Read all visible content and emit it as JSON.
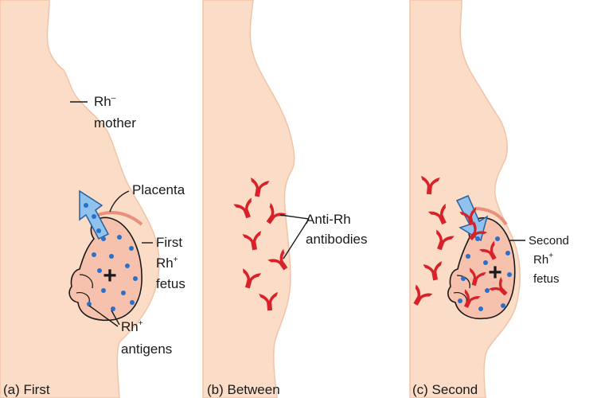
{
  "colors": {
    "body_fill": "#fbdcc7",
    "body_stroke": "#f1c3a6",
    "fetus_fill": "#f6c2ae",
    "fetus_stroke": "#1a1a1a",
    "antigen_dot": "#2a6fc9",
    "antibody": "#d8222a",
    "arrow_fill": "#8fc2ec",
    "arrow_stroke": "#2a5fa0",
    "placenta": "#e8907c"
  },
  "panel_a": {
    "caption": "(a) First",
    "mother_label_line1": "Rh",
    "mother_label_sup": "–",
    "mother_label_line2": "mother",
    "placenta_label": "Placenta",
    "fetus_label_line1": "First",
    "fetus_label_line2": "Rh",
    "fetus_label_sup": "+",
    "fetus_label_line3": "fetus",
    "antigens_label_line1": "Rh",
    "antigens_label_sup": "+",
    "antigens_label_line2": "antigens",
    "fetus_symbol": "+"
  },
  "panel_b": {
    "caption": "(b) Between",
    "antibodies_label_line1": "Anti-Rh",
    "antibodies_label_line2": "antibodies"
  },
  "panel_c": {
    "caption": "(c) Second",
    "fetus_label_line1": "Second",
    "fetus_label_line2": "Rh",
    "fetus_label_sup": "+",
    "fetus_label_line3": "fetus",
    "fetus_symbol": "+"
  }
}
